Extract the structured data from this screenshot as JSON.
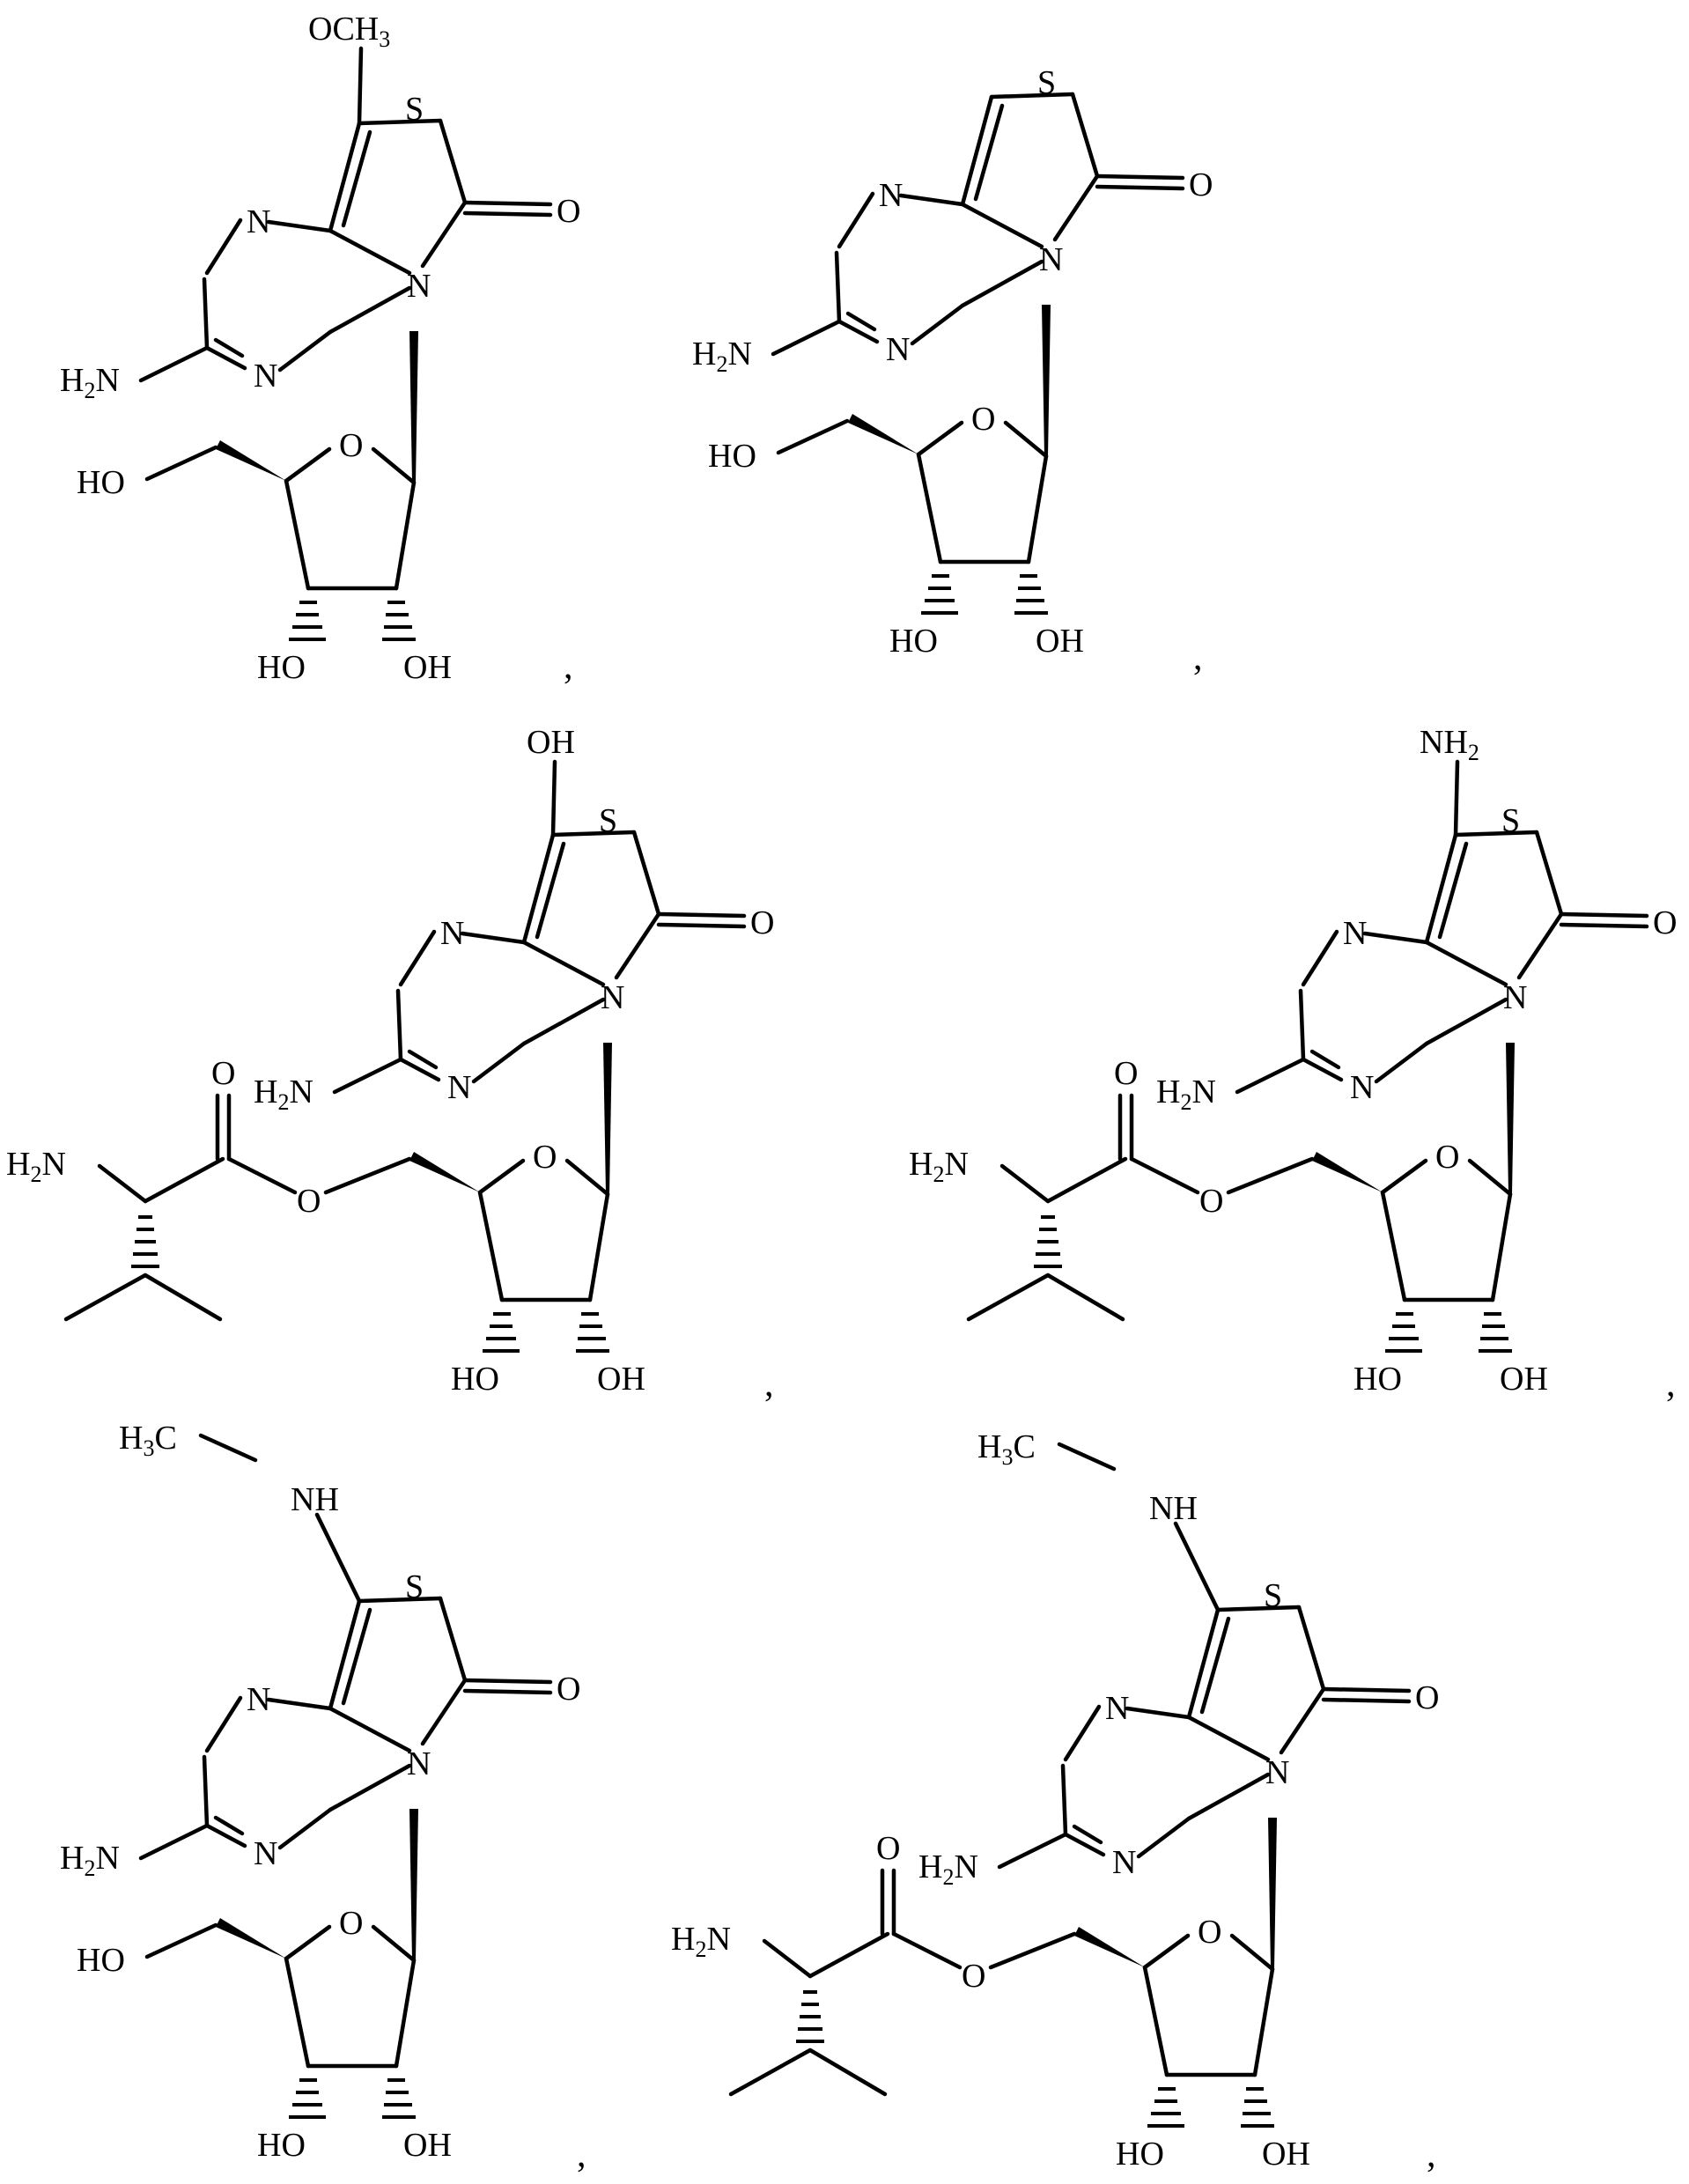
{
  "labels": {
    "och3": "OCH",
    "och3_sub": "3",
    "oh": "OH",
    "ho": "HO",
    "o": "O",
    "s": "S",
    "n": "N",
    "h2n_pre": "H",
    "h2n_sub": "2",
    "h2n_post": "N",
    "nh": "NH",
    "nh2_pre": "NH",
    "nh2_sub": "2",
    "h3c_pre": "H",
    "h3c_sub": "3",
    "h3c_post": "C",
    "comma": ","
  },
  "structures": [
    {
      "id": "s1",
      "c6_substituent": "OCH3",
      "sugar": "ribose"
    },
    {
      "id": "s2",
      "c6_substituent": "H",
      "sugar": "ribose"
    },
    {
      "id": "s3",
      "c6_substituent": "OH",
      "sugar": "5'-O-valyl ribose"
    },
    {
      "id": "s4",
      "c6_substituent": "NH2",
      "sugar": "5'-O-valyl ribose"
    },
    {
      "id": "s5",
      "c6_substituent": "NHCH3",
      "sugar": "ribose"
    },
    {
      "id": "s6",
      "c6_substituent": "NHCH3",
      "sugar": "5'-O-valyl ribose"
    }
  ]
}
